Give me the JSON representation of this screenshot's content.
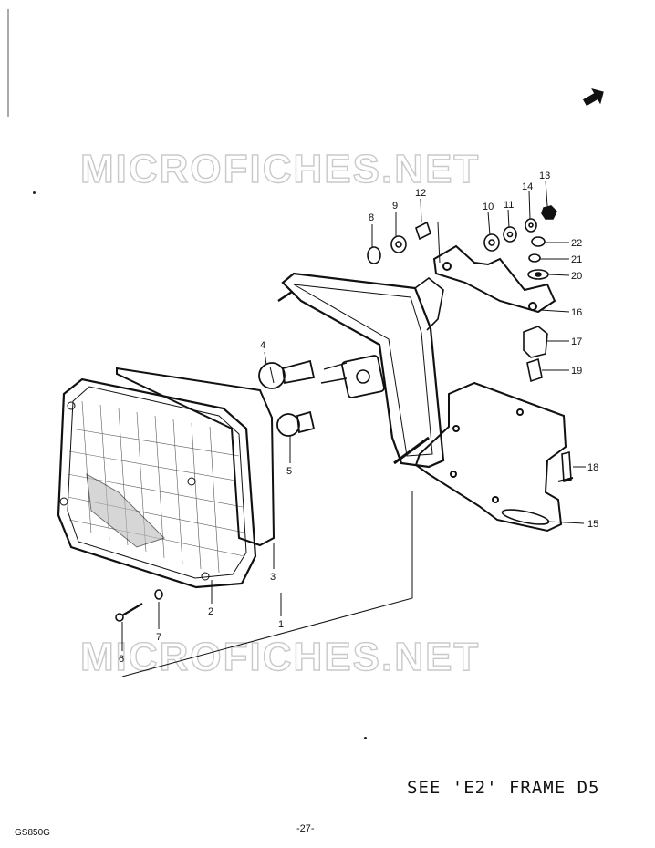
{
  "watermark": "MICROFICHES.NET",
  "note": "SEE 'E2' FRAME D5",
  "model_code": "GS850G",
  "page_number": "-27-",
  "icon": "direction-arrow-icon",
  "callouts": [
    "1",
    "2",
    "3",
    "4",
    "5",
    "6",
    "7",
    "8",
    "9",
    "10",
    "11",
    "12",
    "13",
    "14",
    "15",
    "16",
    "17",
    "18",
    "19",
    "20",
    "21",
    "22"
  ]
}
